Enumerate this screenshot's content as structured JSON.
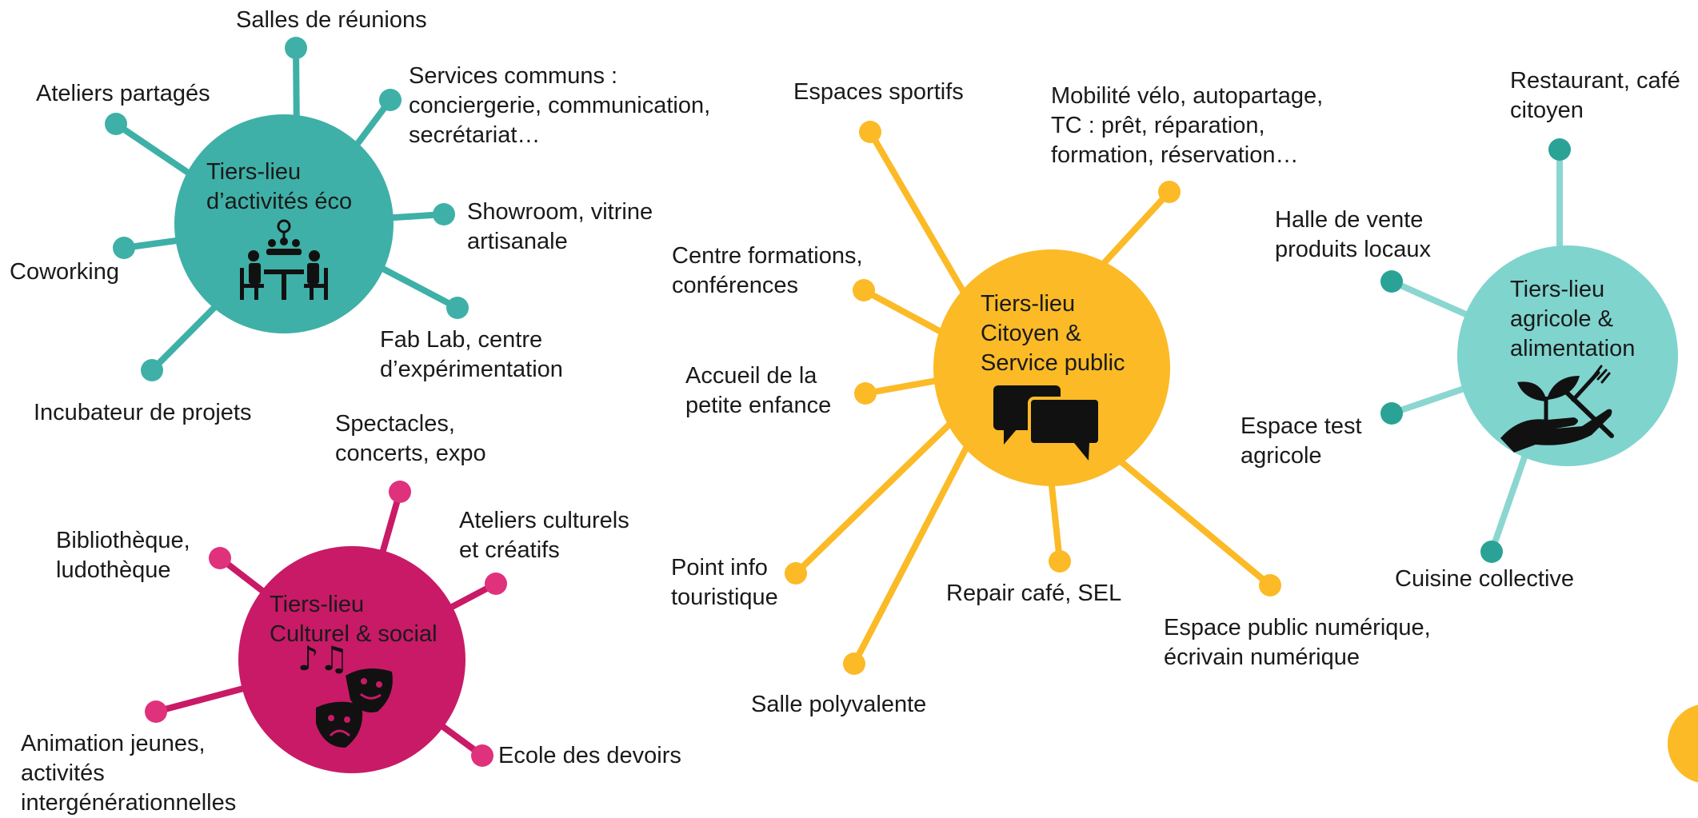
{
  "colors": {
    "eco": "#3eb0a7",
    "citoyen": "#fbba26",
    "agricole": "#7fd4ce",
    "agricole_spoke": "#8bd6d0",
    "agricole_node": "#2aa396",
    "culturel": "#c81a67",
    "culturel_node": "#e0317d",
    "text": "#1a1a1a",
    "icon": "#111111"
  },
  "hubs": {
    "eco": {
      "title": "Tiers-lieu\nd’activités éco",
      "icon": "meeting-table-icon",
      "spokes": [
        {
          "label": "Salles de réunions"
        },
        {
          "label": "Ateliers partagés"
        },
        {
          "label": "Services communs :\nconciergerie, communication,\nsecrétariat…"
        },
        {
          "label": "Showroom, vitrine\nartisanale"
        },
        {
          "label": "Coworking"
        },
        {
          "label": "Fab Lab, centre\nd’expérimentation"
        },
        {
          "label": "Incubateur de projets"
        }
      ]
    },
    "citoyen": {
      "title": "Tiers-lieu\nCitoyen &\nService public",
      "icon": "speech-bubbles-icon",
      "spokes": [
        {
          "label": "Espaces sportifs"
        },
        {
          "label": "Mobilité vélo, autopartage,\nTC : prêt, réparation,\nformation, réservation…"
        },
        {
          "label": "Centre formations,\nconférences"
        },
        {
          "label": "Accueil de la\npetite enfance"
        },
        {
          "label": "Point info\ntouristique"
        },
        {
          "label": "Repair café, SEL"
        },
        {
          "label": "Espace public numérique,\nécrivain numérique"
        },
        {
          "label": "Salle polyvalente"
        }
      ]
    },
    "agricole": {
      "title": "Tiers-lieu\nagricole &\nalimentation",
      "icon": "plant-hand-fork-knife-icon",
      "spokes": [
        {
          "label": "Restaurant, café\ncitoyen"
        },
        {
          "label": "Halle de vente\nproduits locaux"
        },
        {
          "label": "Espace test\nagricole"
        },
        {
          "label": "Cuisine collective"
        }
      ]
    },
    "culturel": {
      "title": "Tiers-lieu\nCulturel & social",
      "icon": "music-theatre-masks-icon",
      "spokes": [
        {
          "label": "Spectacles,\nconcerts, expo"
        },
        {
          "label": "Bibliothèque,\nludothèque"
        },
        {
          "label": "Ateliers culturels\net créatifs"
        },
        {
          "label": "Animation jeunes,\nactivités\nintergénérationnelles"
        },
        {
          "label": "Ecole des devoirs"
        }
      ]
    }
  }
}
